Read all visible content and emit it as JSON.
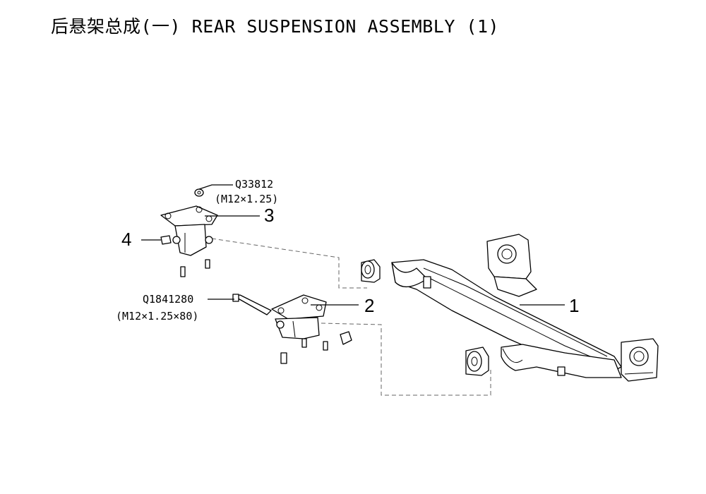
{
  "title": "后悬架总成(一) REAR SUSPENSION ASSEMBLY (1)",
  "callouts": {
    "c1": "1",
    "c2": "2",
    "c3": "3",
    "c4": "4"
  },
  "specs": {
    "nut_part": "Q33812",
    "nut_size": "(M12×1.25)",
    "bolt_part": "Q1841280",
    "bolt_size": "(M12×1.25×80)"
  }
}
